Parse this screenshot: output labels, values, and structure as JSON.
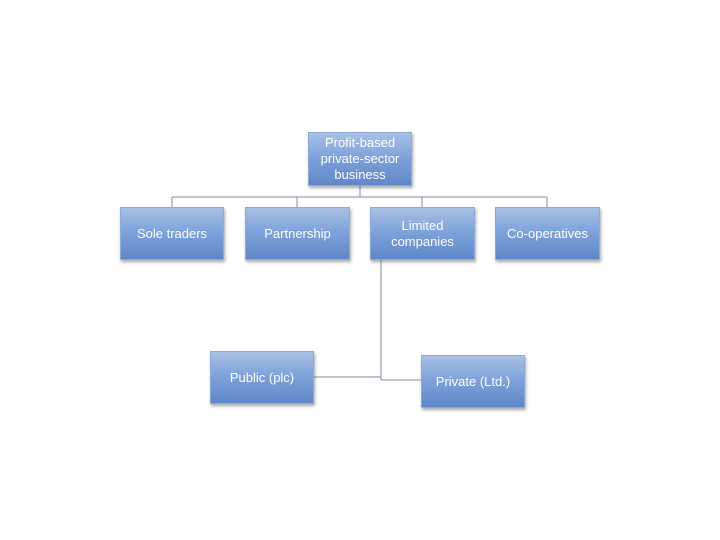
{
  "root": {
    "label": "Profit-based private-sector business"
  },
  "level1": [
    {
      "label": "Sole traders"
    },
    {
      "label": "Partnership"
    },
    {
      "label": "Limited companies"
    },
    {
      "label": "Co-operatives"
    }
  ],
  "level2": [
    {
      "label": "Public (plc)"
    },
    {
      "label": "Private (Ltd.)"
    }
  ],
  "colors": {
    "node_top": "#a8c1e6",
    "node_bottom": "#5f88c9",
    "connector": "#7f8fa6"
  }
}
